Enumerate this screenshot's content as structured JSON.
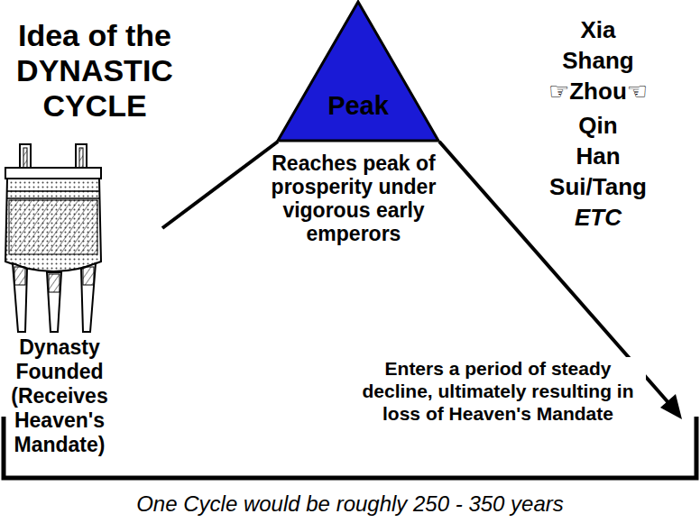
{
  "diagram": {
    "title": "Idea of the DYNASTIC CYCLE",
    "caption": "One Cycle would be roughly 250 - 350 years",
    "nodes": [
      {
        "text": [
          "Peak"
        ]
      }
    ],
    "labels": [
      "Xia",
      "Shang",
      "☞Zhou☜",
      "Qin",
      "Han",
      "Sui/Tang",
      "ETC",
      "Reaches peak of prosperity under vigorous early emperors",
      "Dynasty Founded (Receives Heaven's Mandate)",
      "Enters a period of steady decline, ultimately resulting in loss of Heaven's Mandate"
    ]
  }
}
